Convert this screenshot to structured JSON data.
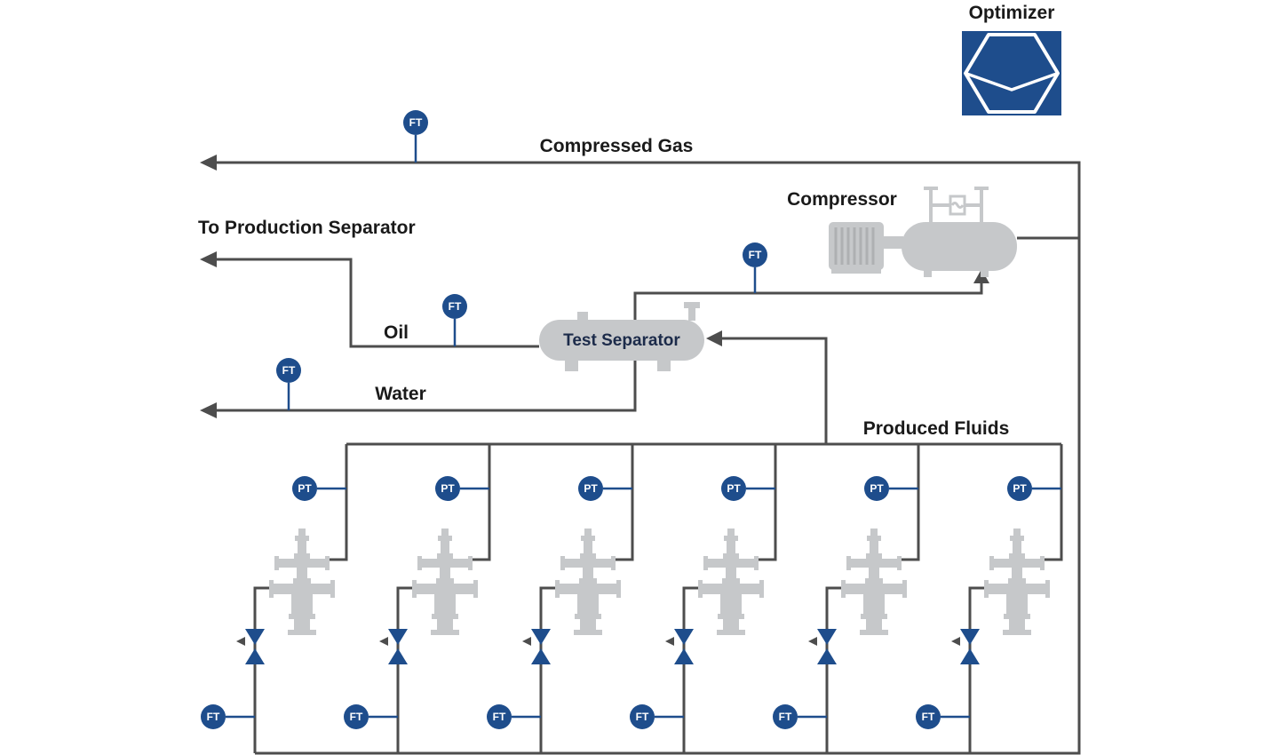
{
  "diagram": {
    "optimizer": {
      "label": "Optimizer"
    },
    "labels": {
      "compressed_gas": "Compressed Gas",
      "to_production_separator": "To Production Separator",
      "oil": "Oil",
      "water": "Water",
      "compressor": "Compressor",
      "test_separator": "Test Separator",
      "produced_fluids": "Produced Fluids"
    },
    "badges": {
      "ft": "FT",
      "pt": "PT"
    },
    "wells": {
      "count": 6,
      "per_well_instruments": [
        "PT",
        "FT"
      ]
    },
    "colors": {
      "accent_blue": "#1E4D8C",
      "pipe_gray": "#4D4D4D",
      "equipment_gray": "#C6C8CA",
      "text_dark": "#1A1A1A",
      "separator_label_navy": "#1C2B4A",
      "background": "#FFFFFF"
    }
  }
}
